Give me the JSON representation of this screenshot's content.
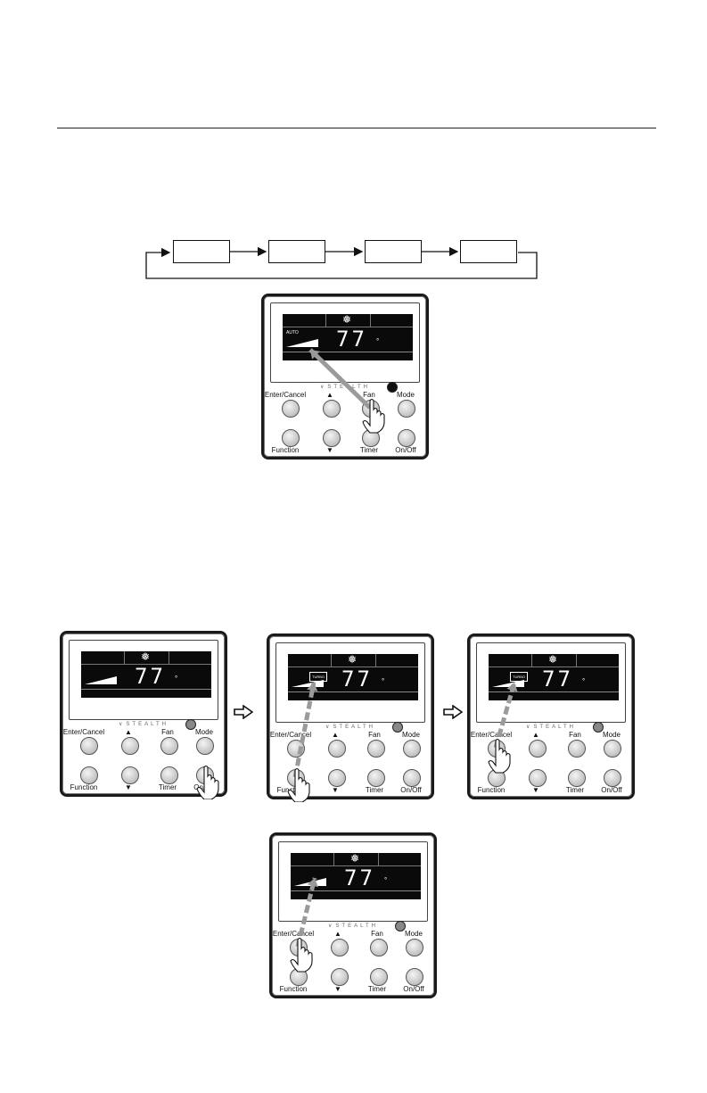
{
  "flow": {
    "boxes": [
      "",
      "",
      "",
      ""
    ]
  },
  "panel": {
    "snowflake": "❅",
    "temperature": "77",
    "degree_mark": "°",
    "brand": "STEALTH",
    "buttons": {
      "enter_cancel": "Enter/Cancel",
      "up": "▲",
      "fan": "Fan",
      "mode": "Mode",
      "function": "Function",
      "down": "▼",
      "timer": "Timer",
      "on_off": "On/Off"
    }
  },
  "panels": [
    {
      "id": "fan-demo",
      "auto_label": "AUTO",
      "indicator": "on",
      "pressed": "fan"
    },
    {
      "id": "step1",
      "indicator": "dim",
      "pressed": "on_off"
    },
    {
      "id": "step2",
      "turbo_label": "TURBO",
      "indicator": "dim",
      "pressed": "function"
    },
    {
      "id": "step3",
      "turbo_label": "TURBO",
      "indicator": "dim",
      "pressed": "enter_cancel"
    },
    {
      "id": "step4",
      "indicator": "dim",
      "pressed": "enter_cancel"
    }
  ],
  "icons": {
    "hand": "pointing-hand-icon",
    "step_arrow": "right-outline-arrow-icon",
    "flow_arrow": "right-arrow-icon"
  }
}
